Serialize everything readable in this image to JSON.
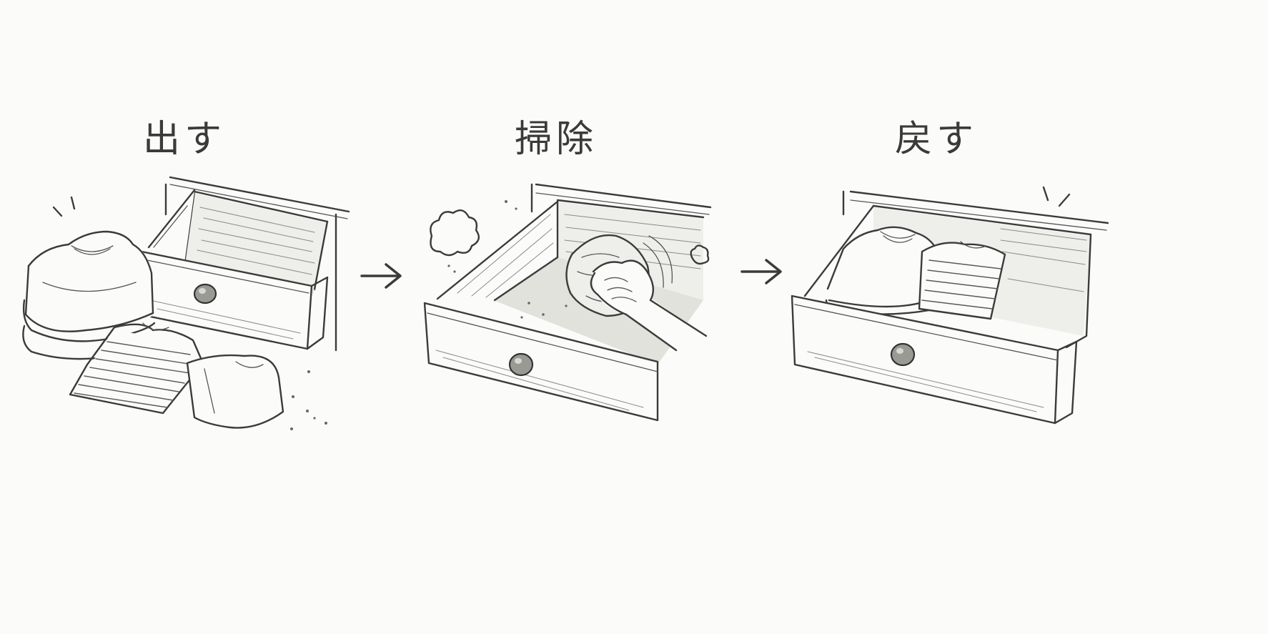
{
  "steps": [
    {
      "label": "出す"
    },
    {
      "label": "掃除"
    },
    {
      "label": "戻す"
    }
  ],
  "icons": {
    "step1": "drawer-with-removed-clothes",
    "step2": "hand-wiping-drawer-with-cloth",
    "step3": "drawer-with-folded-clothes",
    "arrow": "right-arrow-icon"
  },
  "colors": {
    "ink": "#3b3b3b",
    "background": "#fbfbf9"
  }
}
